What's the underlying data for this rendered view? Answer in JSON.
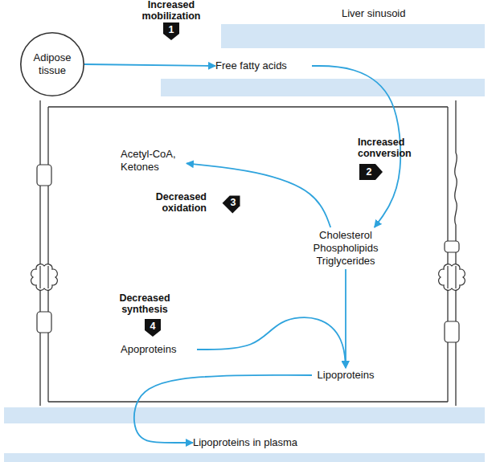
{
  "diagram": {
    "nodes": [
      {
        "text": [
          "Adipose tissue"
        ]
      },
      {
        "text": [
          "Free fatty acids"
        ]
      },
      {
        "text": [
          "Acetyl-CoA, Ketones"
        ]
      },
      {
        "text": [
          "Cholesterol Phospholipids Triglycerides"
        ]
      },
      {
        "text": [
          "Apoproteins"
        ]
      },
      {
        "text": [
          "Lipoproteins"
        ]
      },
      {
        "text": [
          "Lipoproteins in plasma"
        ]
      }
    ],
    "edges": [
      {
        "from": 0,
        "to": 1,
        "arrow": "to"
      },
      {
        "from": 1,
        "to": 3,
        "arrow": "to"
      },
      {
        "from": 3,
        "to": 2,
        "arrow": "to"
      },
      {
        "from": 3,
        "to": 5,
        "arrow": "to"
      },
      {
        "from": 4,
        "to": 5,
        "arrow": "to"
      },
      {
        "from": 5,
        "to": 6,
        "arrow": "to"
      }
    ],
    "labels": [
      "Increased mobilization",
      "1",
      "Liver sinusoid",
      "Increased conversion",
      "2",
      "Decreased oxidation",
      "3",
      "Decreased synthesis",
      "4"
    ]
  }
}
